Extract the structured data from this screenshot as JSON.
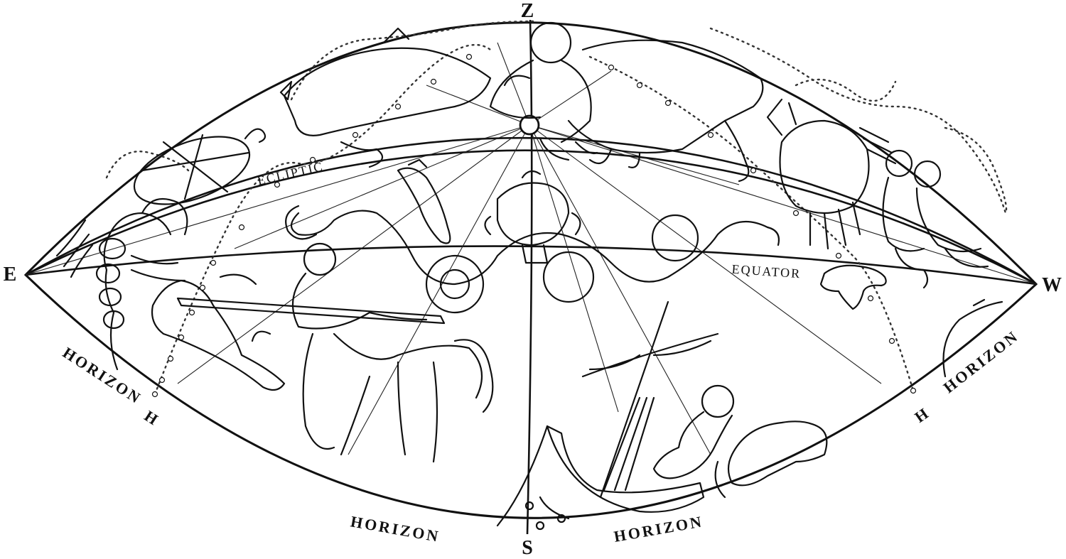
{
  "labels": {
    "zenith": "Z",
    "east": "E",
    "west": "W",
    "south": "S",
    "ecliptic": "ECLIPTIC",
    "equator": "EQUATOR",
    "horizon_left": "HORIZON",
    "horizon_bottom_left": "HORIZON",
    "horizon_bottom_right": "HORIZON",
    "horizon_right": "HORIZON",
    "h_left": "H",
    "h_right": "H"
  },
  "style": {
    "ink": "#111111",
    "paper": "#ffffff"
  }
}
